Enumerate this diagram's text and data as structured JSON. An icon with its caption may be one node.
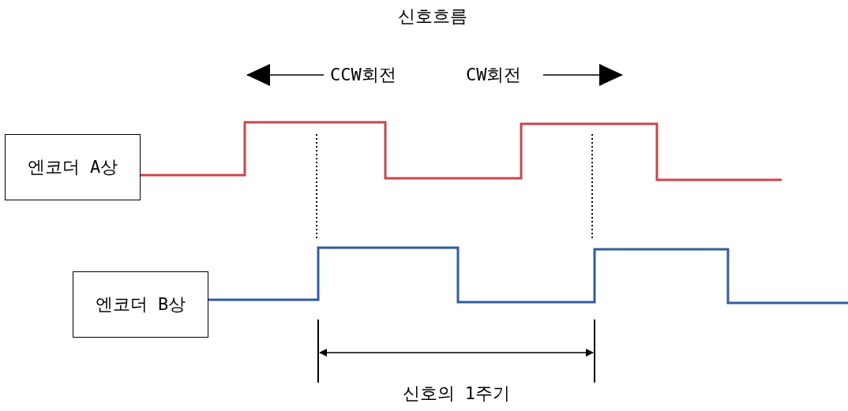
{
  "diagram": {
    "title": "신호흐름",
    "nodes": [
      {
        "text": [
          "엔코더 A상"
        ]
      },
      {
        "text": [
          "엔코더 B상"
        ]
      }
    ],
    "edges": [],
    "labels": [
      "CCW회전",
      "CW회전",
      "신호의 1주기"
    ]
  }
}
